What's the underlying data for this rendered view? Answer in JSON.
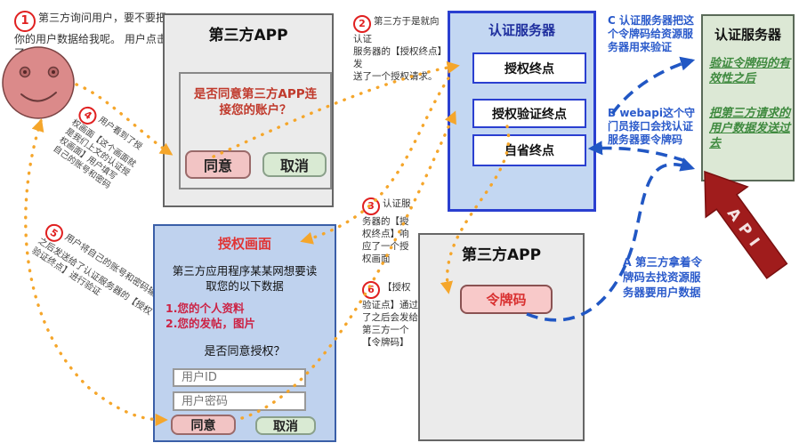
{
  "steps": {
    "s1": {
      "num": "1",
      "text": "第三方询问用户，要不要把\n你的用户数据给我呢。 用户点击\n了允许。"
    },
    "s2": {
      "num": "2",
      "text": "第三方于是就向认证\n服务器的【授权终点】发\n送了一个授权请求。"
    },
    "s3": {
      "num": "3",
      "text": "认证服\n务器的【授\n权终点】响\n应了一个授\n权画面"
    },
    "s4": {
      "num": "4",
      "text": "用户看到了授\n权画面【这个画面就\n是我们上文的认证授\n权画面】用户填写\n自己的账号和密码"
    },
    "s5": {
      "num": "5",
      "text": "用户将自己的账号和密码输入\n之后发送给了认证服务器的【授权\n验证终点】进行验证"
    },
    "s6": {
      "num": "6",
      "text": "【授权\n验证点】通过\n了之后会发给\n第三方一个\n【令牌码】"
    }
  },
  "letter_notes": {
    "a": "A 第三方拿着令\n牌码去找资源服\n务器要用户数据",
    "b": "B webapi这个守\n门员接口会找认证\n服务器要令牌码",
    "c": "C 认证服务器把这\n个令牌码给资源服\n务器用来验证"
  },
  "top_app": {
    "title": "第三方APP",
    "dialog_question": "是否同意第三方APP连\n接您的账户？",
    "agree_label": "同意",
    "cancel_label": "取消"
  },
  "auth_server": {
    "title": "认证服务器",
    "endpoints": [
      "授权终点",
      "授权验证终点",
      "自省终点"
    ]
  },
  "auth_screen": {
    "title": "授权画面",
    "description": "第三方应用程序某某网想要读\n取您的以下数据",
    "data_items": [
      "1.您的个人资料",
      "2.您的发帖，图片"
    ],
    "question": "是否同意授权？",
    "user_id_placeholder": "用户ID",
    "password_placeholder": "用户密码",
    "agree_label": "同意",
    "cancel_label": "取消"
  },
  "bottom_app": {
    "title": "第三方APP",
    "token_label": "令牌码"
  },
  "resource_server": {
    "title": "认证服务器",
    "note1": "验证令牌码的有\n效性之后",
    "note2": "把第三方请求的\n用户数据发送过\n去"
  },
  "api_arrow_label": "API",
  "colors": {
    "orange_dots": "#f5a62b",
    "blue_dash": "#2157c4",
    "note_blue": "#2b5bcb",
    "step_red": "#e02020",
    "pink_button": "#f2c4c4",
    "green_button": "#d9ead3",
    "blue_box": "#c3d7f2",
    "auth_screen_blue": "#bfd2ee",
    "green_box": "#dce8d5",
    "api_red": "#a01c1c"
  }
}
